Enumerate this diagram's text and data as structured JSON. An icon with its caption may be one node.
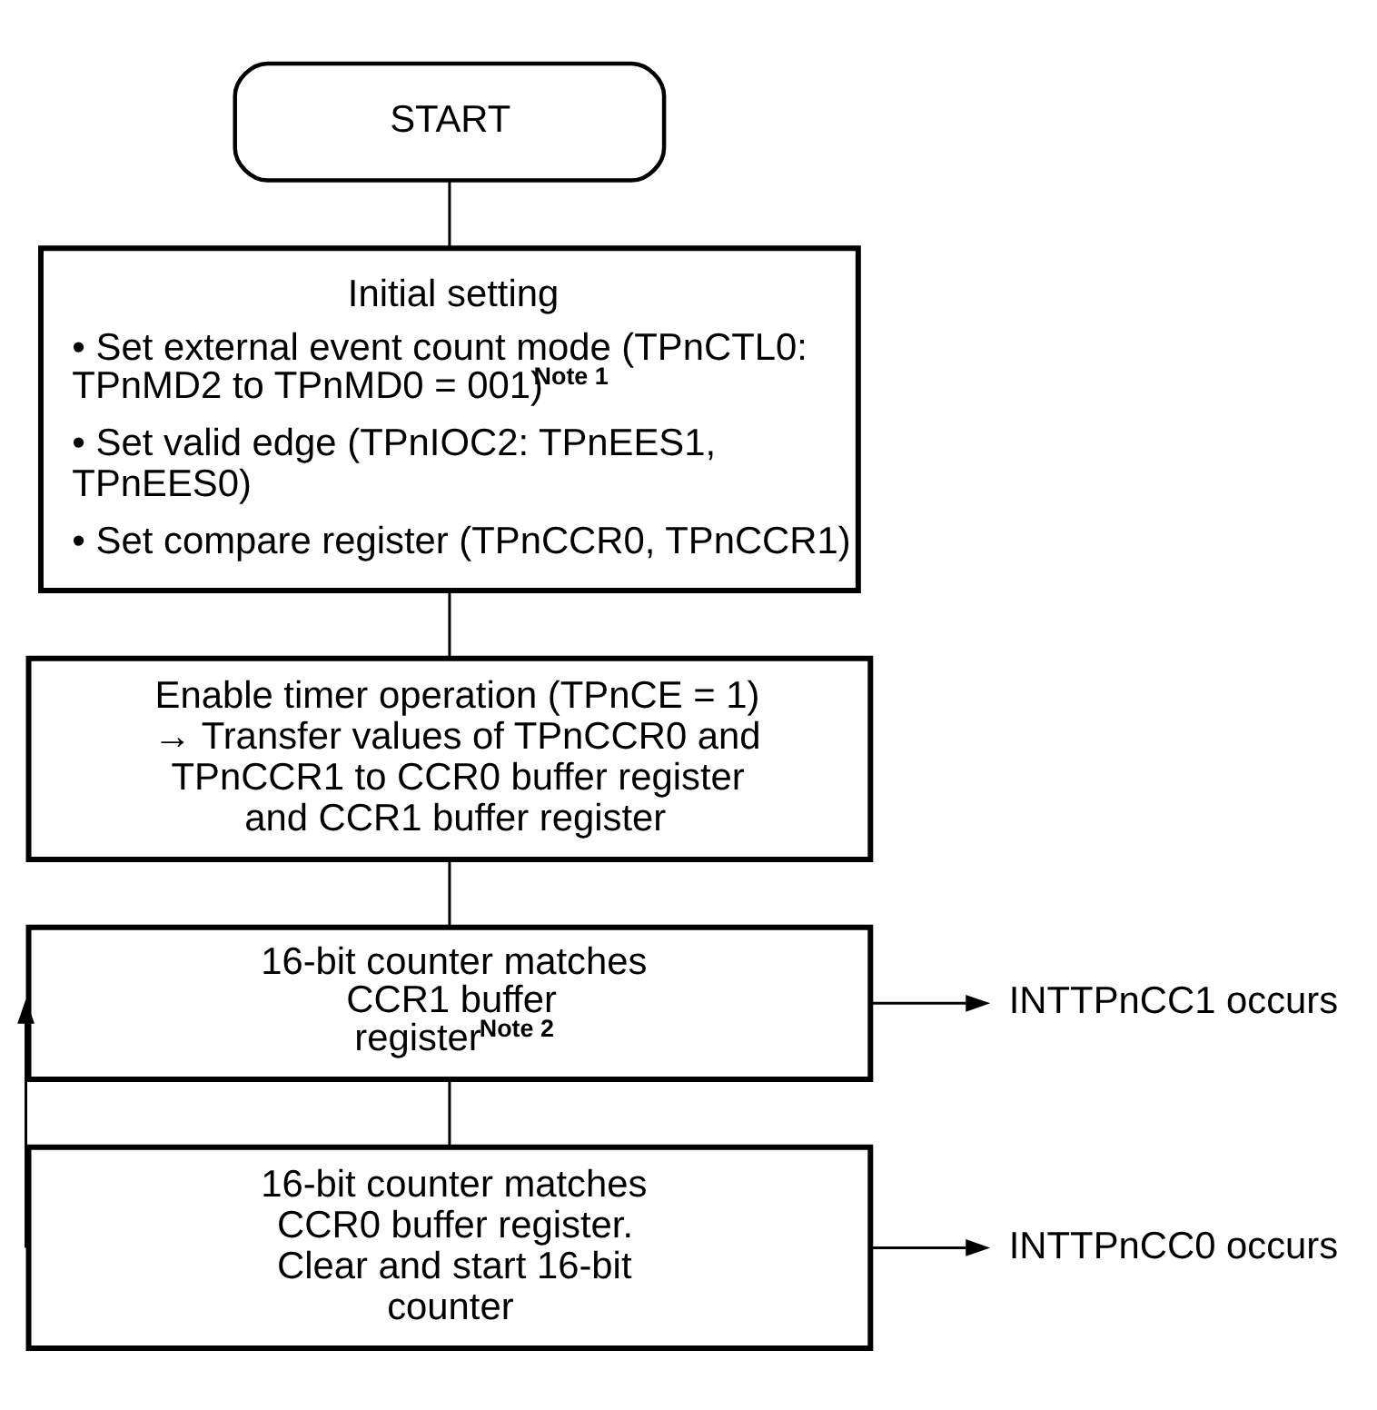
{
  "diagram": {
    "nodes": [
      {
        "text": [
          "START"
        ]
      },
      {
        "text": [
          "Initial setting",
          "• Set external event count mode (TPnCTL0: TPnMD2 to TPnMD0 = 001)$^{Note 1}$",
          "• Set valid edge (TPnIOC2: TPnEES1, TPnEES0)",
          "• Set compare register (TPnCCR0, TPnCCR1)"
        ]
      },
      {
        "text": [
          "Enable timer operation (TPnCE = 1) → Transfer values of TPnCCR0 and TPnCCR1 to CCR0 buffer register and CCR1 buffer register"
        ]
      },
      {
        "text": [
          "16-bit counter matches CCR1 buffer register$^{Note 2}$"
        ]
      },
      {
        "text": [
          "16-bit counter matches CCR0 buffer register. Clear and start 16-bit counter"
        ]
      },
      {
        "text": [
          "INTTPnCC1 occurs"
        ]
      },
      {
        "text": [
          "INTTPnCC0 occurs"
        ]
      }
    ],
    "edges": [
      {
        "from": 0,
        "to": 1,
        "arrow": "none"
      },
      {
        "from": 1,
        "to": 2,
        "arrow": "none"
      },
      {
        "from": 2,
        "to": 3,
        "arrow": "none"
      },
      {
        "from": 3,
        "to": 4,
        "arrow": "none"
      },
      {
        "from": 4,
        "to": 3,
        "arrow": "to"
      },
      {
        "from": 3,
        "to": 5,
        "arrow": "to"
      },
      {
        "from": 4,
        "to": 6,
        "arrow": "to"
      }
    ]
  }
}
